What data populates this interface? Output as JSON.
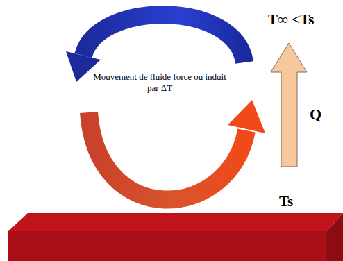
{
  "diagram": {
    "labels": [
      "Mouvement de fluide force ou induit par ΔT",
      "T∞ <Ts",
      "Q",
      "Ts"
    ]
  }
}
